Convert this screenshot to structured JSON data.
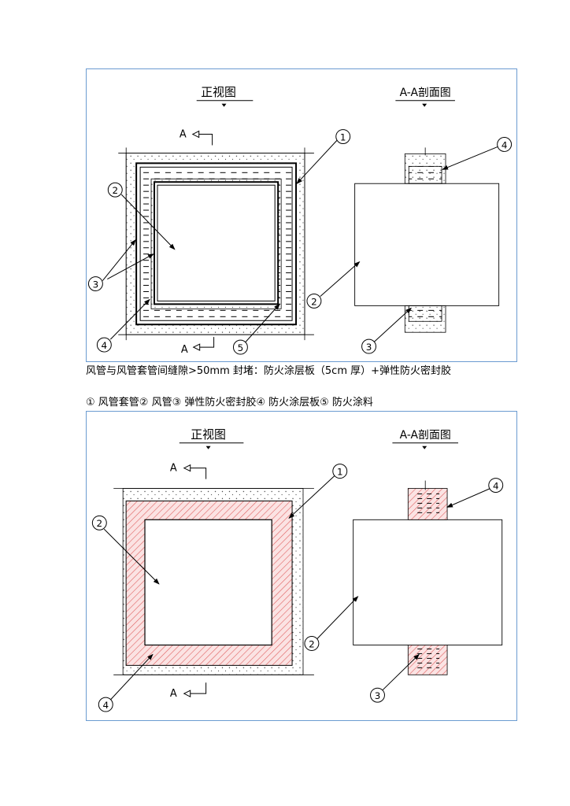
{
  "figure1": {
    "front_title": "正视图",
    "section_title": "A-A剖面图",
    "section_mark_top": "A",
    "section_mark_bottom": "A",
    "callouts": [
      "1",
      "2",
      "3",
      "4",
      "5",
      "2",
      "3",
      "4"
    ]
  },
  "caption1": "风管与风管套管间缝隙>50mm 封堵：防火涂层板（5cm 厚）+弹性防火密封胶",
  "legend": "① 风管套管② 风管③ 弹性防火密封胶④ 防火涂层板⑤ 防火涂料",
  "figure2": {
    "front_title": "正视图",
    "section_title": "A-A剖面图",
    "section_mark_top": "A",
    "section_mark_bottom": "A",
    "callouts": [
      "1",
      "2",
      "4",
      "4",
      "2",
      "3"
    ]
  },
  "colors": {
    "border": "#6b9bd1",
    "hatch": "#e06060",
    "line": "#000000"
  }
}
